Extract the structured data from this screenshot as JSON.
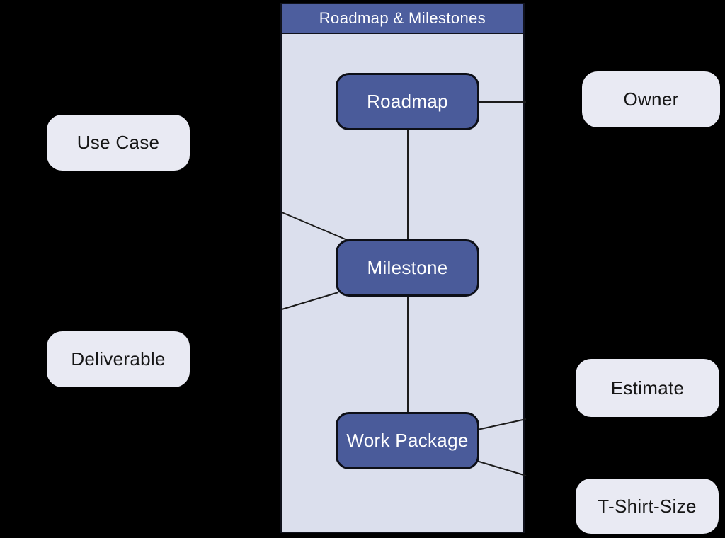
{
  "diagram": {
    "group_title": "Roadmap & Milestones",
    "nodes": [
      {
        "id": "roadmap",
        "label": "Roadmap"
      },
      {
        "id": "milestone",
        "label": "Milestone"
      },
      {
        "id": "work-package",
        "label": "Work Package"
      }
    ],
    "external_nodes": [
      {
        "id": "use-case",
        "label": "Use Case",
        "side": "left"
      },
      {
        "id": "deliverable",
        "label": "Deliverable",
        "side": "left"
      },
      {
        "id": "owner",
        "label": "Owner",
        "side": "right"
      },
      {
        "id": "estimate",
        "label": "Estimate",
        "side": "right"
      },
      {
        "id": "t-shirt-size",
        "label": "T-Shirt-Size",
        "side": "right"
      }
    ],
    "edges": [
      {
        "from": "roadmap",
        "to": "owner"
      },
      {
        "from": "roadmap",
        "to": "milestone"
      },
      {
        "from": "milestone",
        "to": "use-case"
      },
      {
        "from": "milestone",
        "to": "deliverable"
      },
      {
        "from": "milestone",
        "to": "work-package"
      },
      {
        "from": "work-package",
        "to": "estimate"
      },
      {
        "from": "work-package",
        "to": "t-shirt-size"
      }
    ],
    "colors": {
      "background": "#000000",
      "group_panel": "#dbdfed",
      "group_header": "#4d5e9e",
      "node_fill": "#4a5b9a",
      "node_text": "#ffffff",
      "external_fill": "#e9eaf3",
      "external_text": "#161616",
      "edge_line": "#1b1b1b",
      "border": "#0d0f17"
    }
  }
}
